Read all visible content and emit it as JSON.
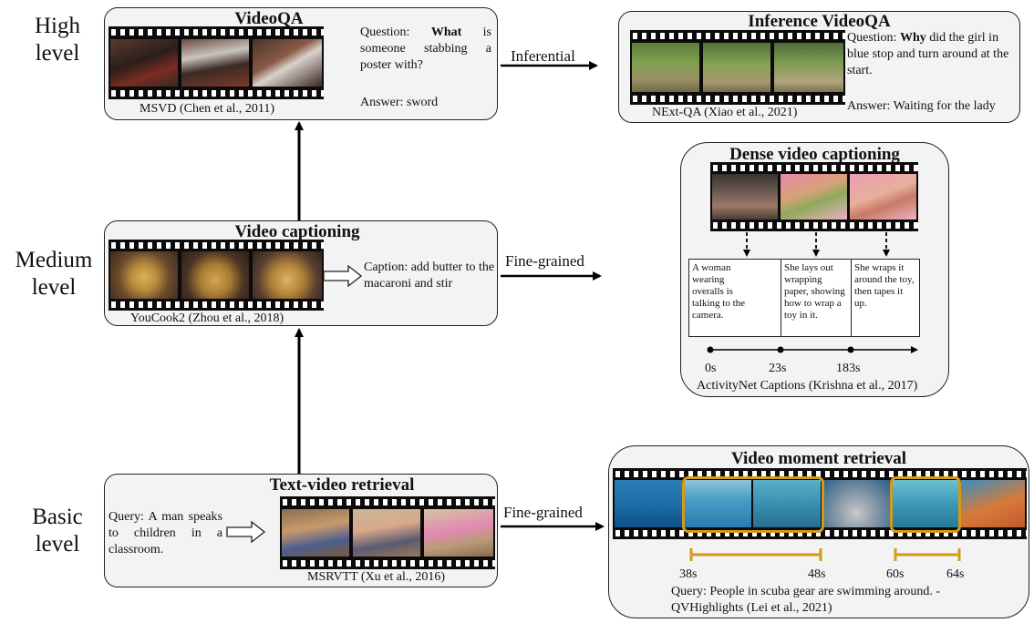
{
  "levels": {
    "high": "High level",
    "medium": "Medium level",
    "basic": "Basic level"
  },
  "arrows": {
    "inferential": "Inferential",
    "fine_grained_medium": "Fine-grained",
    "fine_grained_basic": "Fine-grained"
  },
  "videoqa": {
    "title": "VideoQA",
    "question_prefix": "Question:",
    "question_bold": "What",
    "question_rest": "is someone stabbing a poster with?",
    "answer": "Answer: sword",
    "citation": "MSVD (Chen et al., 2011)"
  },
  "inference_videoqa": {
    "title": "Inference VideoQA",
    "question_prefix": "Question:",
    "question_bold": "Why",
    "question_rest": "did the girl in blue stop and turn around at the start.",
    "answer": "Answer: Waiting for the lady",
    "citation": "NExt-QA (Xiao et al., 2021)"
  },
  "video_captioning": {
    "title": "Video captioning",
    "caption": "Caption: add butter to the macaroni and stir",
    "citation": "YouCook2 (Zhou et al., 2018)"
  },
  "dense_captioning": {
    "title": "Dense video captioning",
    "captions": [
      "A woman wearing overalls is talking to the camera.",
      "She lays out wrapping paper, showing how to wrap a toy in it.",
      "She wraps it around the toy, then tapes it up."
    ],
    "timestamps": [
      "0s",
      "23s",
      "183s"
    ],
    "citation": "ActivityNet Captions (Krishna et al., 2017)"
  },
  "text_video_retrieval": {
    "title": "Text-video retrieval",
    "query": "Query: A man speaks to children in a classroom.",
    "citation": "MSRVTT (Xu et al., 2016)"
  },
  "moment_retrieval": {
    "title": "Video moment retrieval",
    "span1": [
      "38s",
      "48s"
    ],
    "span2": [
      "60s",
      "64s"
    ],
    "query_line1": "Query: People in scuba gear are swimming around. -",
    "query_line2": "QVHighlights (Lei et al., 2021)",
    "highlight_color": "#d49a1a"
  }
}
